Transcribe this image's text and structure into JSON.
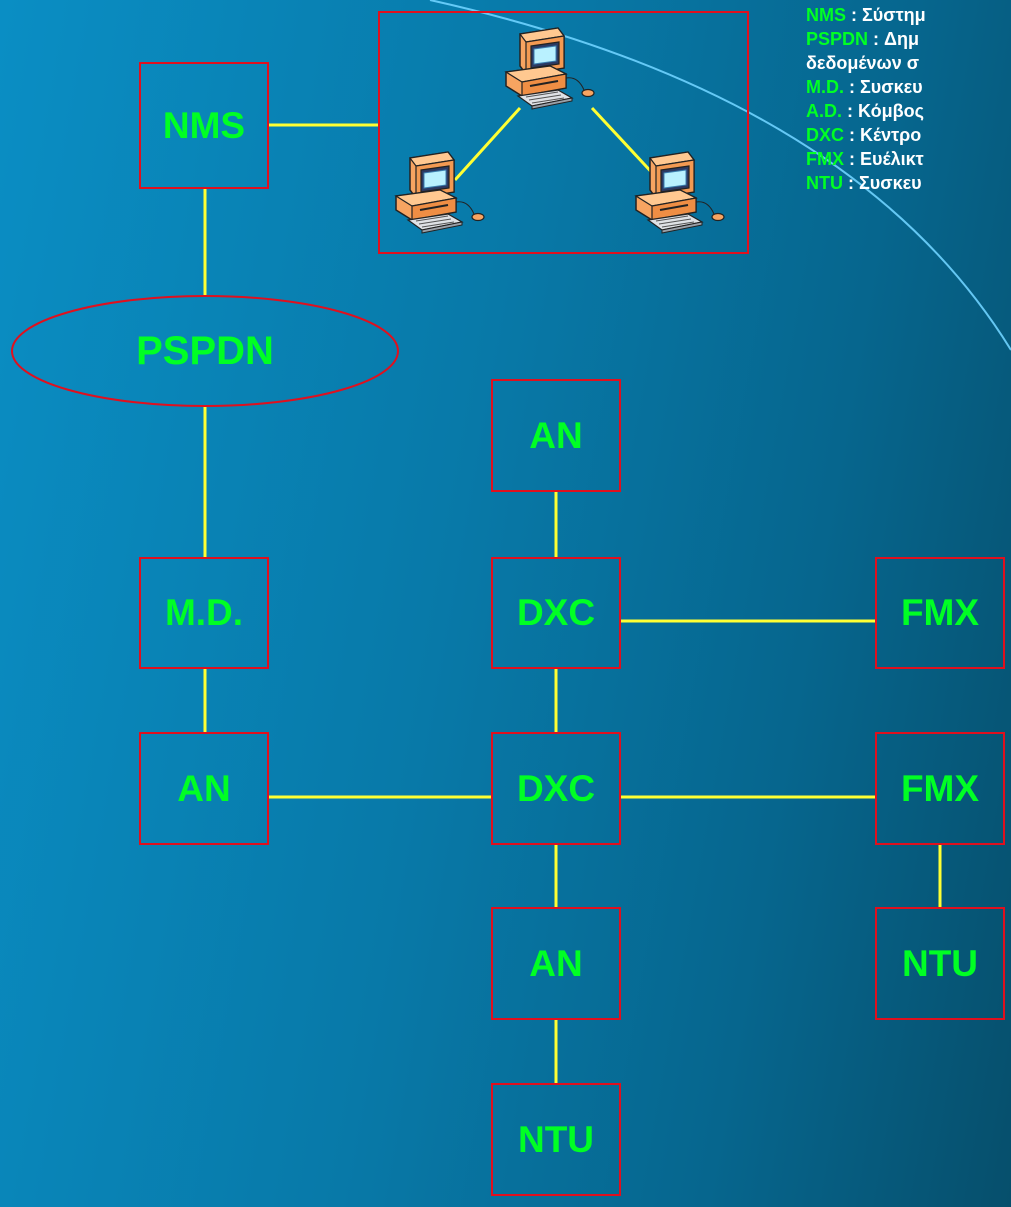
{
  "colors": {
    "node_border": "#e0101e",
    "node_text": "#00ff24",
    "link_line": "#ffff33",
    "legend_text": "#ffffff"
  },
  "nodes": {
    "nms": "NMS",
    "pspdn": "PSPDN",
    "md": "M.D.",
    "an_left": "AN",
    "an_top": "AN",
    "dxc_upper": "DXC",
    "dxc_lower": "DXC",
    "an_bottom": "AN",
    "ntu_bottom": "NTU",
    "fmx_upper": "FMX",
    "fmx_lower": "FMX",
    "ntu_right": "NTU"
  },
  "terminal_icons": [
    "computer-icon",
    "computer-icon",
    "computer-icon"
  ],
  "legend": [
    {
      "abbr": "NMS",
      "desc": " : Σύστημ"
    },
    {
      "abbr": "PSPDN",
      "desc": " : Δημ"
    },
    {
      "abbr": "",
      "desc": "δεδομένων σ"
    },
    {
      "abbr": "M.D.",
      "desc": " : Συσκευ"
    },
    {
      "abbr": "A.D.",
      "desc": " : Κόμβος"
    },
    {
      "abbr": "DXC",
      "desc": " : Κέντρο"
    },
    {
      "abbr": "FMX",
      "desc": " : Ευέλικτ"
    },
    {
      "abbr": "NTU",
      "desc": " : Συσκευ"
    }
  ]
}
